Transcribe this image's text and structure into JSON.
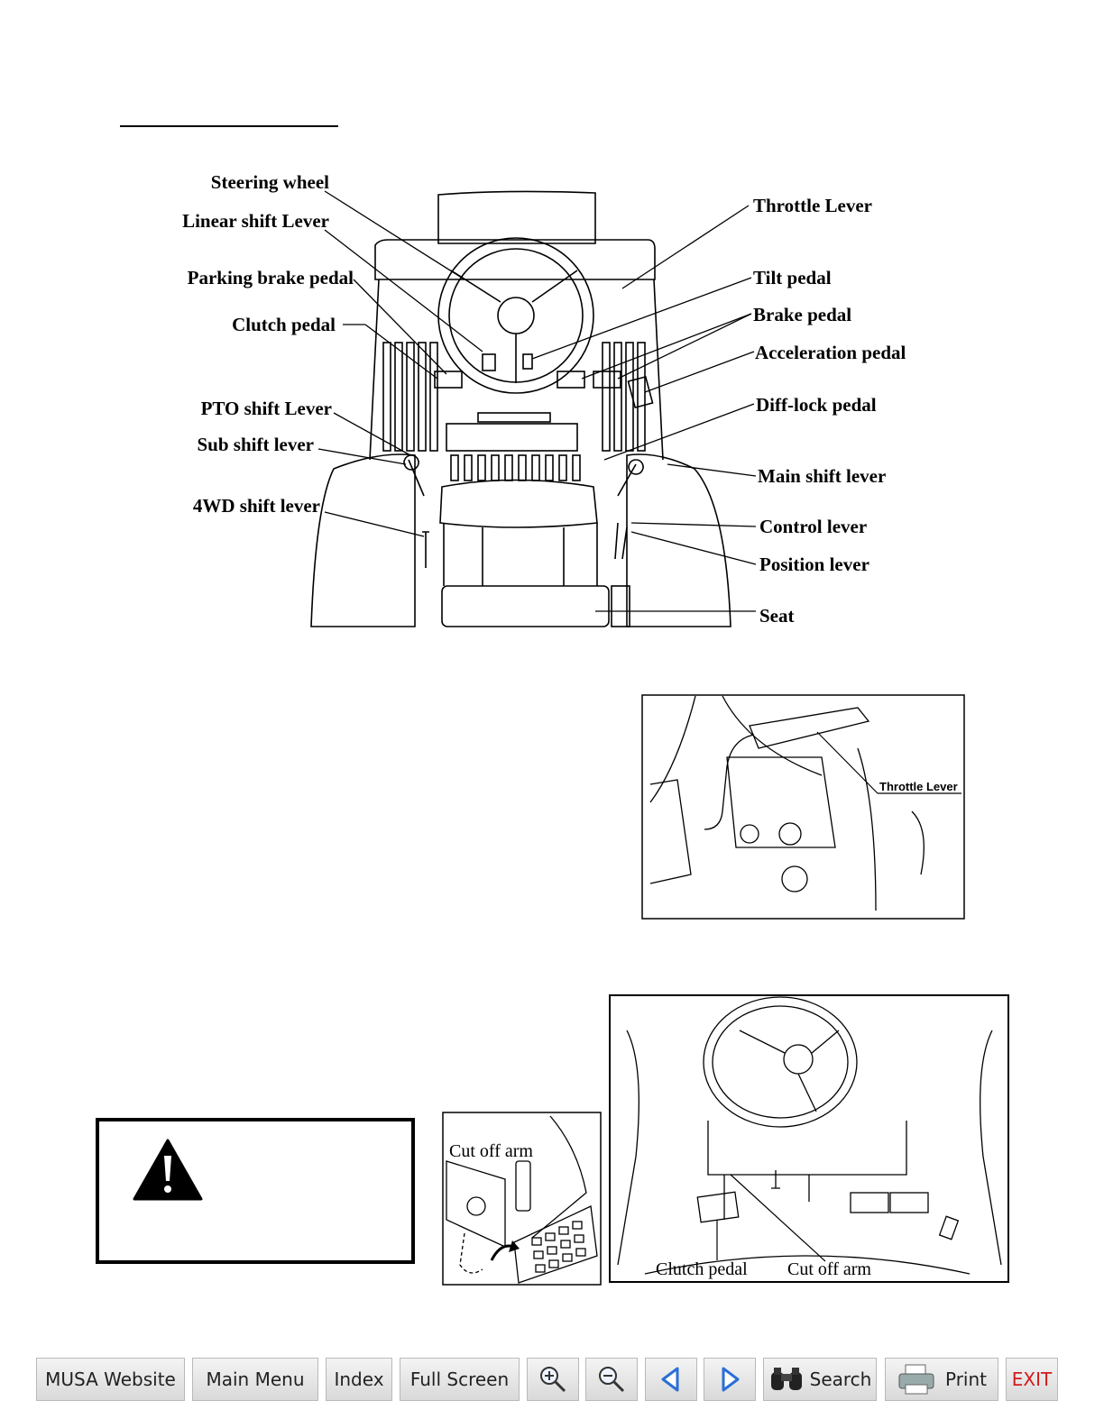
{
  "main_diagram": {
    "labels_left": [
      "Steering wheel",
      "Linear shift Lever",
      "Parking brake pedal",
      "Clutch pedal",
      "PTO shift Lever",
      "Sub shift lever",
      "4WD shift lever"
    ],
    "labels_right": [
      "Throttle Lever",
      "Tilt pedal",
      "Brake pedal",
      "Acceleration pedal",
      "Diff-lock pedal",
      "Main shift lever",
      "Control lever",
      "Position lever",
      "Seat"
    ]
  },
  "throttle_figure": {
    "label": "Throttle Lever"
  },
  "cutoff_detail": {
    "label": "Cut off arm"
  },
  "pedal_figure": {
    "label_clutch": "Clutch pedal",
    "label_cutoff": "Cut off arm"
  },
  "warning": {
    "icon": "warning-triangle-icon"
  },
  "toolbar": {
    "website": "MUSA Website",
    "main_menu": "Main Menu",
    "index": "Index",
    "full_screen": "Full Screen",
    "zoom_in_icon": "zoom-in-icon",
    "zoom_out_icon": "zoom-out-icon",
    "prev_icon": "prev-page-icon",
    "next_icon": "next-page-icon",
    "search": "Search",
    "print": "Print",
    "exit": "EXIT",
    "exit_color": "#d11a1a",
    "arrow_color": "#2a6fd6"
  }
}
